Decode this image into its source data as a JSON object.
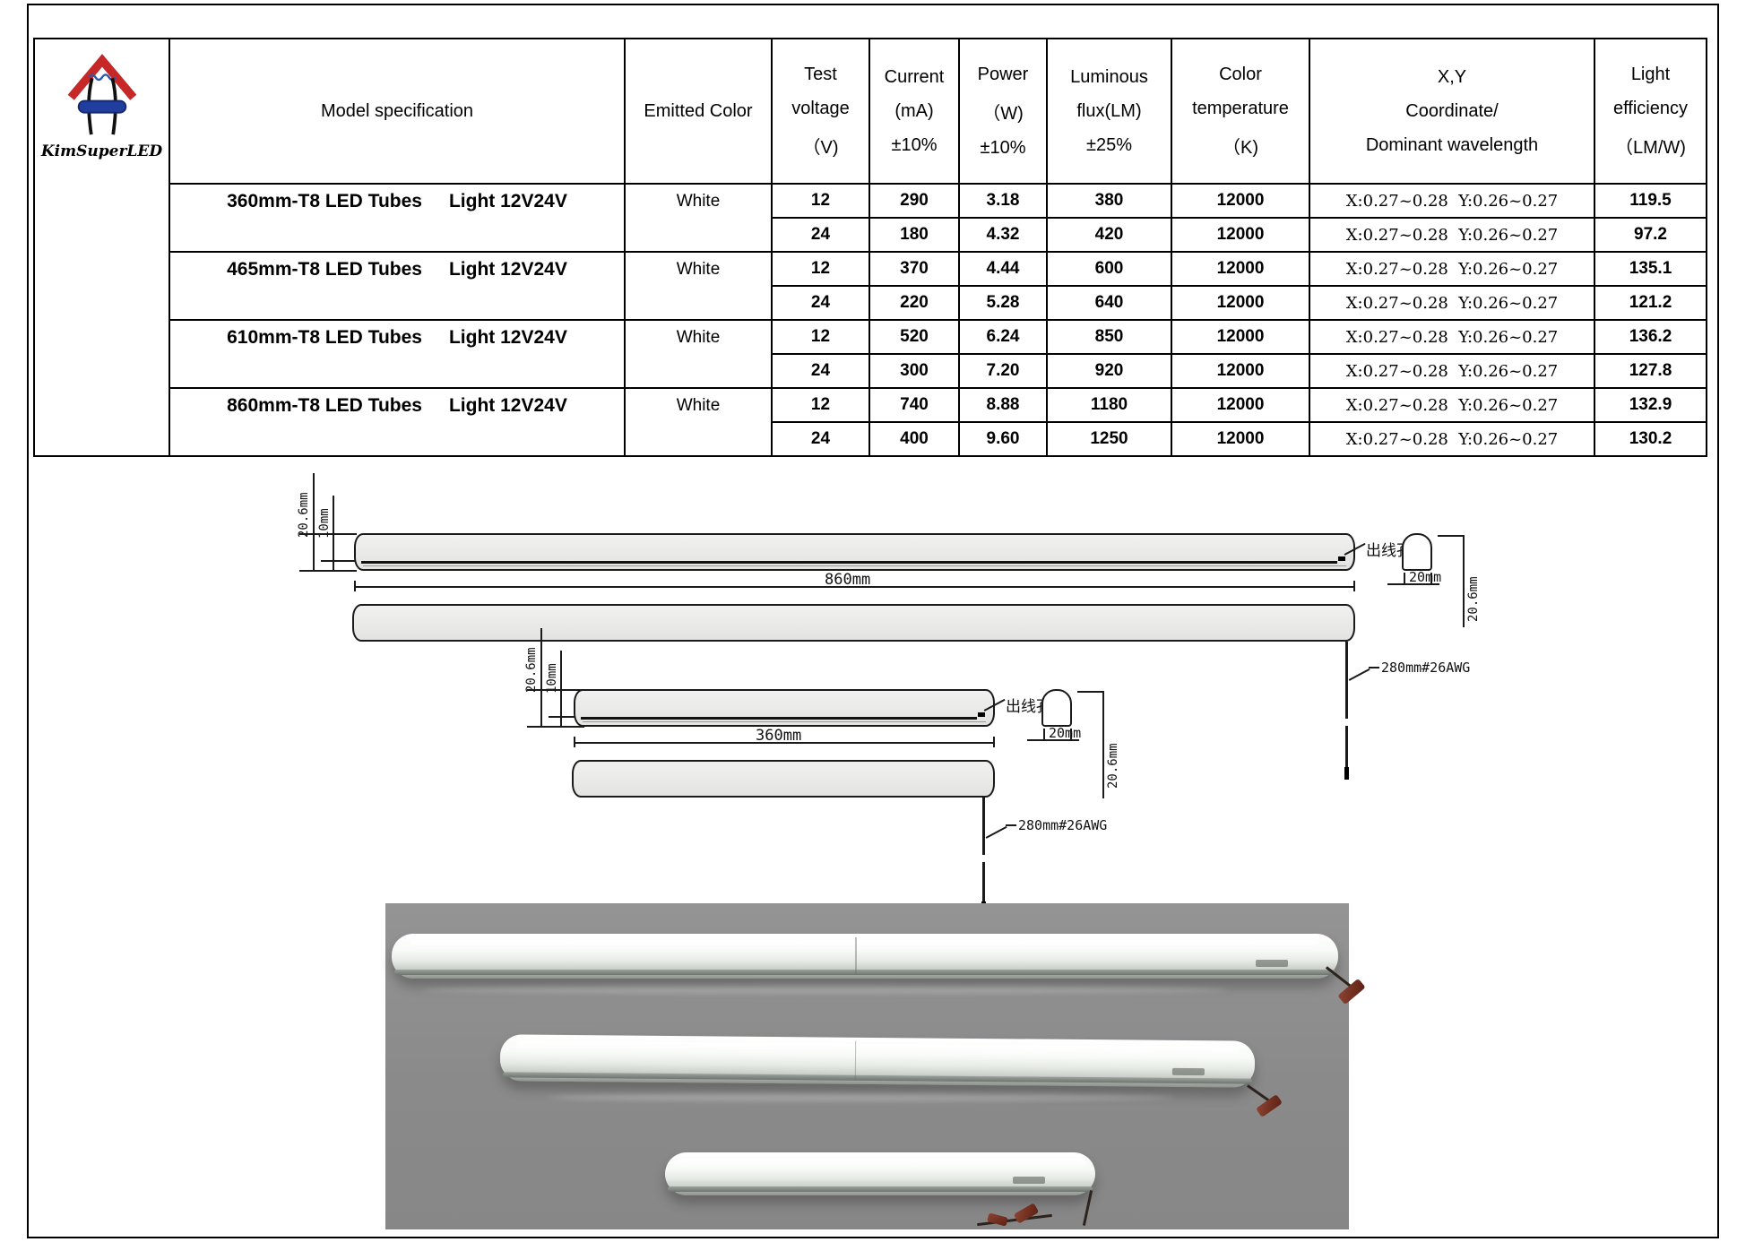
{
  "page": {
    "background": "#ffffff",
    "frame_color": "#000000"
  },
  "brand": {
    "name": "KimSuperLED",
    "logo_red": "#c62828",
    "logo_blue": "#1f3e9e",
    "logo_black": "#111111"
  },
  "table": {
    "header": {
      "model": "Model specification",
      "emitted": "Emitted Color",
      "cols": [
        {
          "l1": "Test",
          "l2": "voltage",
          "l3": "（V)"
        },
        {
          "l1": "Current",
          "l2": "(mA)",
          "l3": "±10%"
        },
        {
          "l1": "Power",
          "l2": "（W)",
          "l3": "±10%"
        },
        {
          "l1": "Luminous",
          "l2": "flux(LM)",
          "l3": "±25%"
        },
        {
          "l1": "Color",
          "l2": "temperature",
          "l3": "（K)"
        },
        {
          "l1": "X,Y",
          "l2": "Coordinate/",
          "l3": "Dominant wavelength"
        },
        {
          "l1": "Light",
          "l2": "efficiency",
          "l3": "（LM/W)"
        }
      ]
    },
    "groups": [
      {
        "name": "360mm-T8 LED Tubes",
        "variant": "Light 12V24V",
        "color": "White",
        "rows": [
          {
            "voltage": "12",
            "current": "290",
            "power": "3.18",
            "flux": "380",
            "temp": "12000",
            "xy": "X:0.27~0.28  Y:0.26~0.27",
            "eff": "119.5"
          },
          {
            "voltage": "24",
            "current": "180",
            "power": "4.32",
            "flux": "420",
            "temp": "12000",
            "xy": "X:0.27~0.28  Y:0.26~0.27",
            "eff": "97.2"
          }
        ]
      },
      {
        "name": "465mm-T8 LED Tubes",
        "variant": "Light 12V24V",
        "color": "White",
        "rows": [
          {
            "voltage": "12",
            "current": "370",
            "power": "4.44",
            "flux": "600",
            "temp": "12000",
            "xy": "X:0.27~0.28  Y:0.26~0.27",
            "eff": "135.1"
          },
          {
            "voltage": "24",
            "current": "220",
            "power": "5.28",
            "flux": "640",
            "temp": "12000",
            "xy": "X:0.27~0.28  Y:0.26~0.27",
            "eff": "121.2"
          }
        ]
      },
      {
        "name": "610mm-T8 LED Tubes",
        "variant": "Light 12V24V",
        "color": "White",
        "rows": [
          {
            "voltage": "12",
            "current": "520",
            "power": "6.24",
            "flux": "850",
            "temp": "12000",
            "xy": "X:0.27~0.28  Y:0.26~0.27",
            "eff": "136.2"
          },
          {
            "voltage": "24",
            "current": "300",
            "power": "7.20",
            "flux": "920",
            "temp": "12000",
            "xy": "X:0.27~0.28  Y:0.26~0.27",
            "eff": "127.8"
          }
        ]
      },
      {
        "name": "860mm-T8 LED Tubes",
        "variant": "Light 12V24V",
        "color": "White",
        "rows": [
          {
            "voltage": "12",
            "current": "740",
            "power": "8.88",
            "flux": "1180",
            "temp": "12000",
            "xy": "X:0.27~0.28  Y:0.26~0.27",
            "eff": "132.9"
          },
          {
            "voltage": "24",
            "current": "400",
            "power": "9.60",
            "flux": "1250",
            "temp": "12000",
            "xy": "X:0.27~0.28  Y:0.26~0.27",
            "eff": "130.2"
          }
        ]
      }
    ]
  },
  "drawings": {
    "d860": {
      "length": "860mm",
      "height": "20.6mm",
      "inner": "10mm",
      "outlet": "出线孔",
      "section_w": "20mm",
      "section_h": "20.6mm",
      "wire": "280mm#26AWG"
    },
    "d360": {
      "length": "360mm",
      "height": "20.6mm",
      "inner": "10mm",
      "outlet": "出线孔",
      "section_w": "20mm",
      "section_h": "20.6mm",
      "wire": "280mm#26AWG"
    }
  },
  "photo": {
    "background": "#8c8c8c"
  }
}
